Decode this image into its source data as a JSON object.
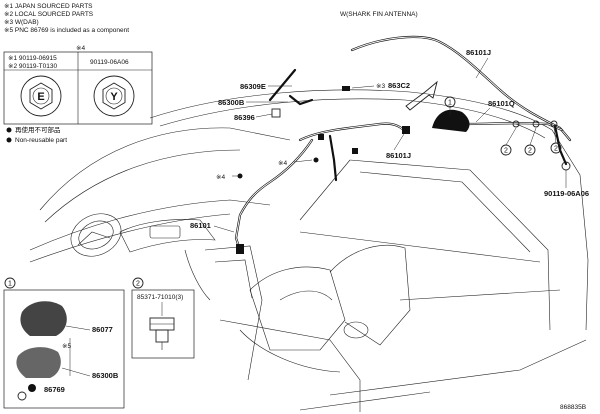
{
  "notes": [
    "※1 JAPAN SOURCED PARTS",
    "※2 LOCAL SOURCED PARTS",
    "※3 W(DAB)",
    "※5 PNC 86769 is included as a component"
  ],
  "section_title": "W(SHARK FIN ANTENNA)",
  "nut_table": {
    "header_mark": "※4",
    "col1_line1": "※1 90119-06915",
    "col1_line2": "※2 90119-T0130",
    "col2": "90119-06A06",
    "icon1_letter": "E",
    "icon2_letter": "Y"
  },
  "legend": {
    "reusable": "再使用不可部品",
    "nonreusable": "Non-reusable part"
  },
  "parts": {
    "p86101J_top": "86101J",
    "p86309E": "86309E",
    "p863C2": "863C2",
    "p863C2_mark": "※3",
    "p86300B_main": "86300B",
    "p86396": "86396",
    "p86101Q": "86101Q",
    "p86101J_mid": "86101J",
    "p86101": "86101",
    "p90119": "90119-06A06",
    "mark4a": "※4",
    "mark4b": "※4"
  },
  "callouts": {
    "c1": "1",
    "c2": "2"
  },
  "inset1": {
    "num": "1",
    "p86077": "86077",
    "mark5": "※5",
    "p86300B": "86300B",
    "p86769": "86769"
  },
  "inset2": {
    "num": "2",
    "part": "85371-71010(3)"
  },
  "ref_code": "868835B"
}
